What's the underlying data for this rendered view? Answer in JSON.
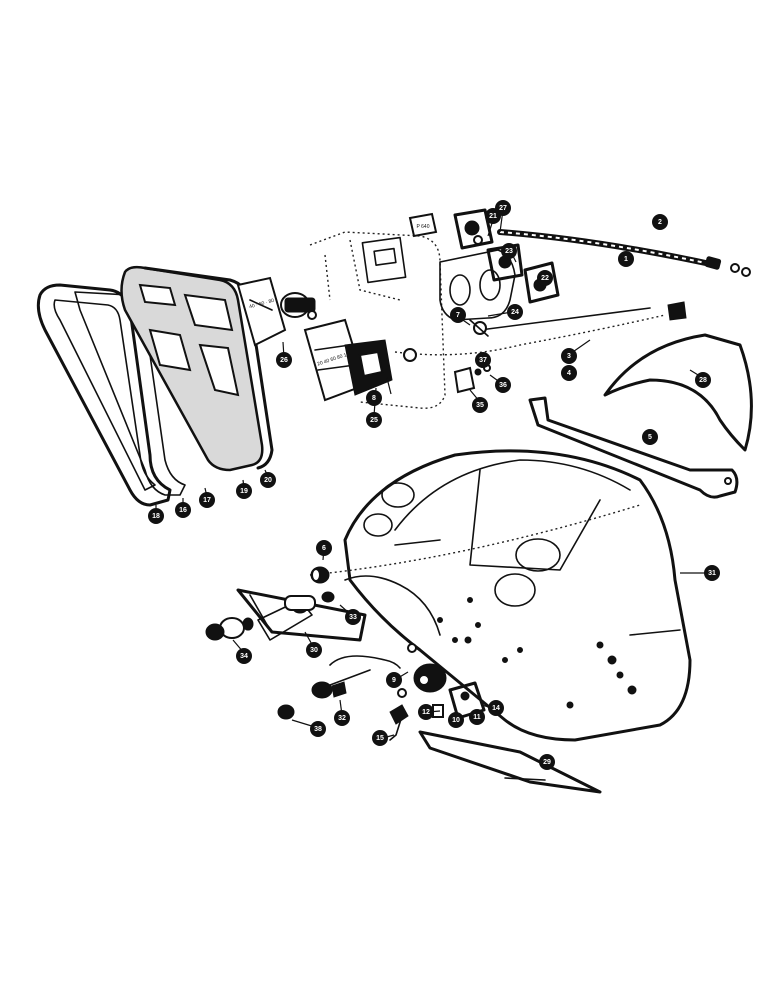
{
  "diagram": {
    "type": "exploded-parts-view",
    "callouts": [
      "1",
      "2",
      "3",
      "4",
      "5",
      "6",
      "7",
      "8",
      "9",
      "10",
      "11",
      "12",
      "14",
      "15",
      "16",
      "17",
      "18",
      "19",
      "20",
      "21",
      "22",
      "23",
      "24",
      "25",
      "26",
      "27",
      "28",
      "29",
      "30",
      "31",
      "32",
      "33",
      "34",
      "35",
      "36",
      "37",
      "38"
    ],
    "small_plate_label": "P 640",
    "ink_color": "#111111",
    "shade_color": "#d9d9d9"
  }
}
